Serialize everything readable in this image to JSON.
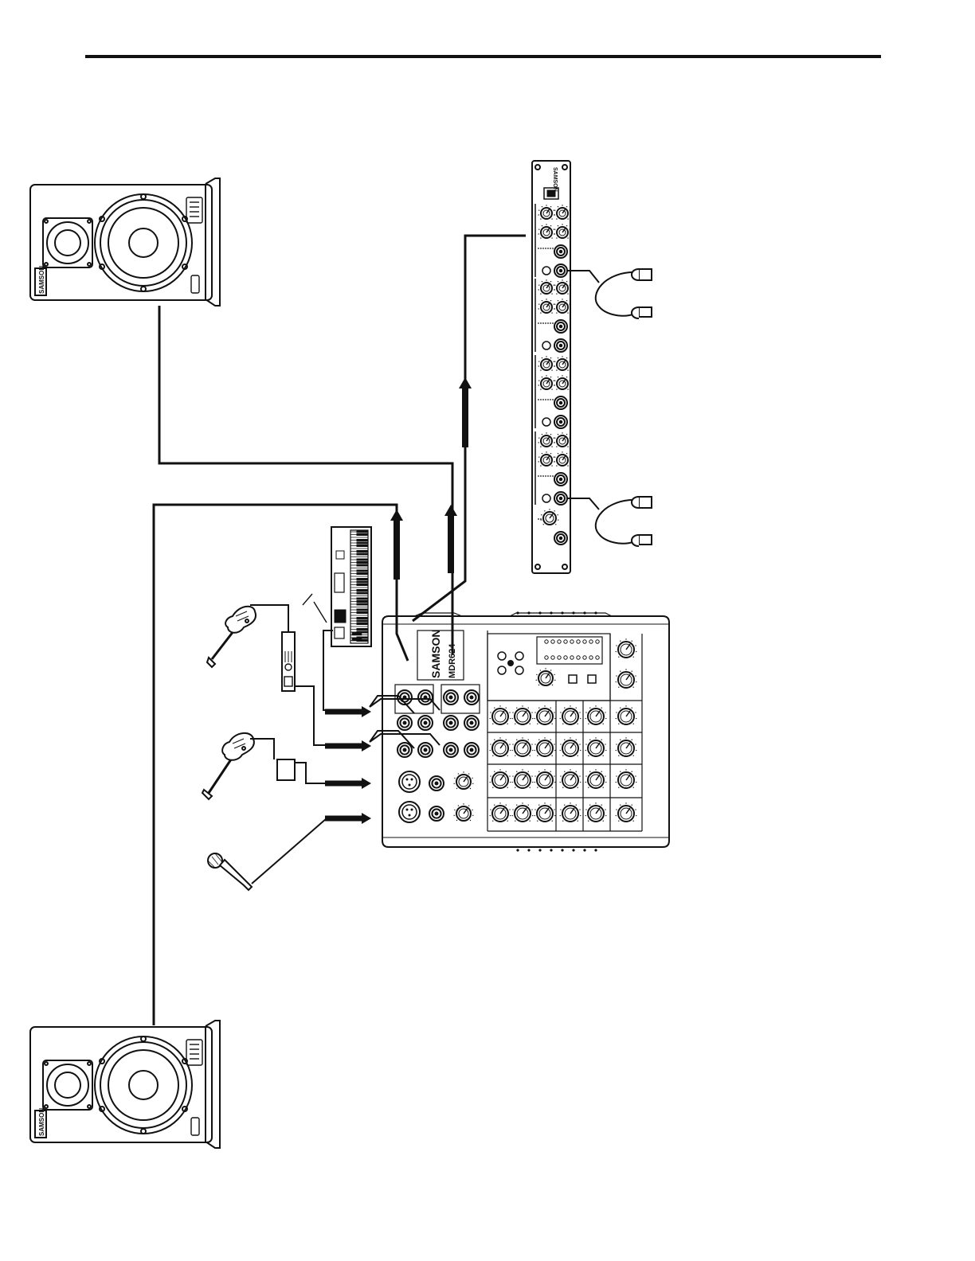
{
  "diagram": {
    "speaker_top": {
      "brand": "SAMSON"
    },
    "speaker_bottom": {
      "brand": "SAMSON"
    },
    "headphone_amp": {
      "brand": "SAMSON"
    },
    "mixer": {
      "brand": "SAMSON",
      "model": "MDR624"
    }
  }
}
